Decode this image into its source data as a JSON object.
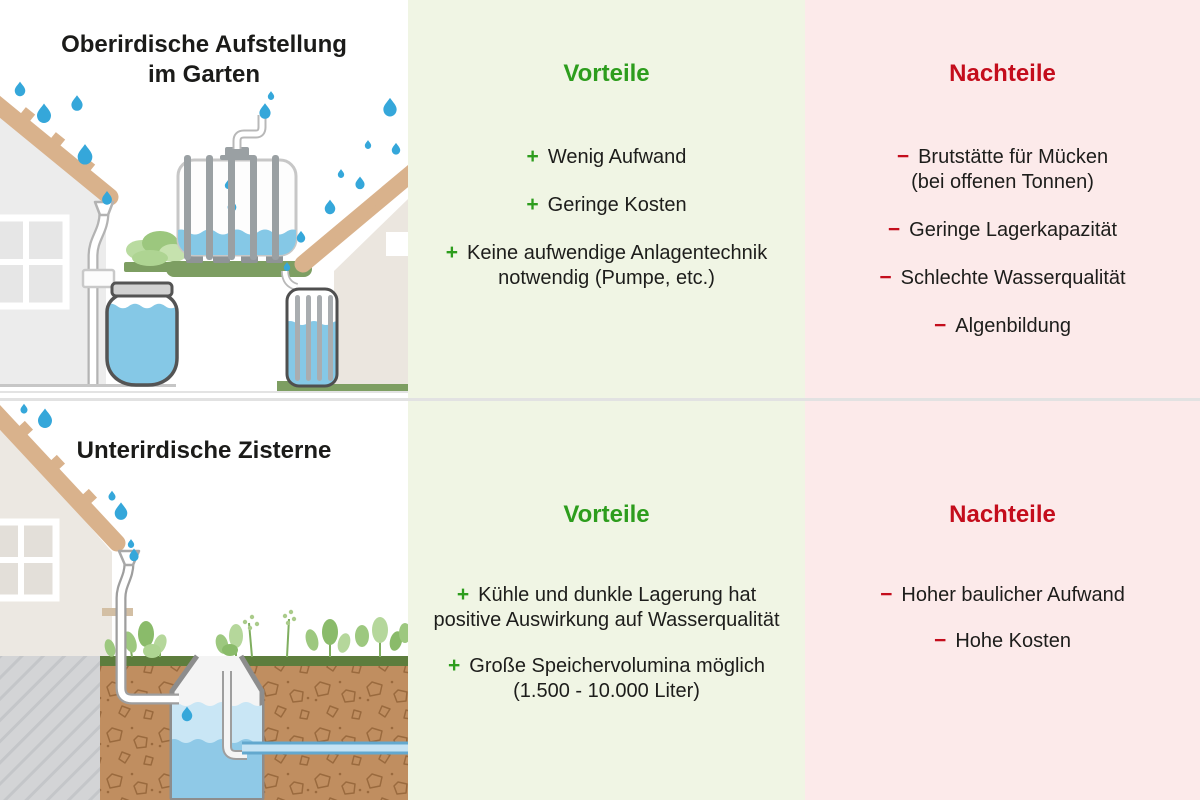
{
  "palette": {
    "advantage_green": "#2d9d1d",
    "disadvantage_red": "#c40d1c",
    "advantages_bg": "#f0f5e4",
    "disadvantages_bg": "#fceaea",
    "text": "#1d1d1b",
    "water_blue": "#85c8e6",
    "rain_drop_blue": "#35a7da",
    "roof_tan": "#d9b28c",
    "soil_brown": "#c08e60",
    "grass_green": "#5d7d3d",
    "base_green": "#7d9e62"
  },
  "markers": {
    "plus": "+",
    "minus": "−"
  },
  "top_section": {
    "title": "Oberirdische Aufstellung\nim Garten",
    "advantages": {
      "heading": "Vorteile",
      "items": [
        {
          "lines": [
            "Wenig Aufwand"
          ]
        },
        {
          "lines": [
            "Geringe Kosten"
          ]
        },
        {
          "lines": [
            "Keine aufwendige Anlagentechnik",
            "notwendig (Pumpe, etc.)"
          ]
        }
      ]
    },
    "disadvantages": {
      "heading": "Nachteile",
      "items": [
        {
          "lines": [
            "Brutstätte für Mücken",
            "(bei offenen Tonnen)"
          ]
        },
        {
          "lines": [
            "Geringe Lagerkapazität"
          ]
        },
        {
          "lines": [
            "Schlechte Wasserqualität"
          ]
        },
        {
          "lines": [
            "Algenbildung"
          ]
        }
      ]
    }
  },
  "bottom_section": {
    "title": "Unterirdische Zisterne",
    "advantages": {
      "heading": "Vorteile",
      "items": [
        {
          "lines": [
            "Kühle und dunkle Lagerung hat",
            "positive Auswirkung auf Wasserqualität"
          ]
        },
        {
          "lines": [
            "Große Speichervolumina möglich",
            "(1.500 - 10.000 Liter)"
          ]
        }
      ]
    },
    "disadvantages": {
      "heading": "Nachteile",
      "items": [
        {
          "lines": [
            "Hoher baulicher Aufwand"
          ]
        },
        {
          "lines": [
            "Hohe Kosten"
          ]
        }
      ]
    }
  }
}
